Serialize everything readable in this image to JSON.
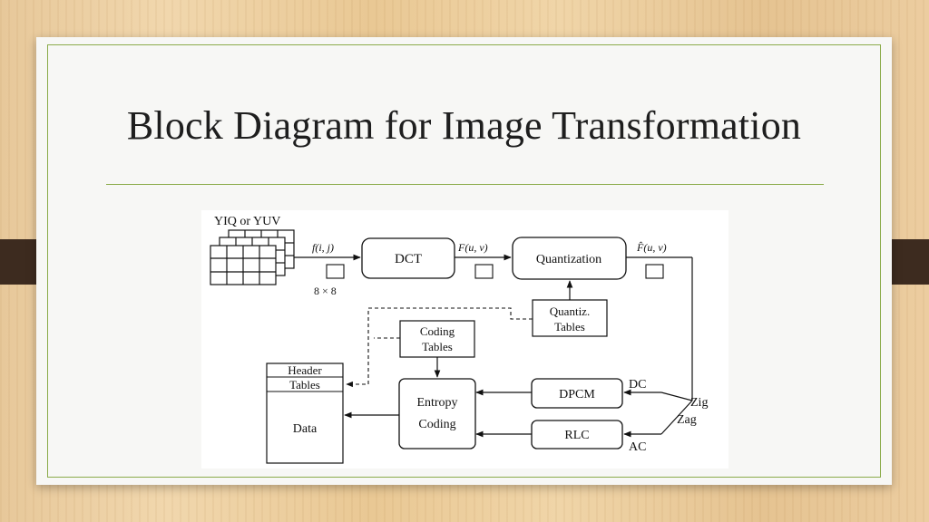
{
  "slide": {
    "title": "Block Diagram for Image Transformation"
  },
  "diagram": {
    "input_label": "YIQ or YUV",
    "block_size_label": "8 × 8",
    "signal_f": "f(i, j)",
    "signal_F": "F(u, v)",
    "signal_Fhat": "F̂(u, v)",
    "dct_label": "DCT",
    "quantization_label": "Quantization",
    "quantiz_tables_line1": "Quantiz.",
    "quantiz_tables_line2": "Tables",
    "coding_tables_line1": "Coding",
    "coding_tables_line2": "Tables",
    "entropy_line1": "Entropy",
    "entropy_line2": "Coding",
    "dpcm_label": "DPCM",
    "rlc_label": "RLC",
    "dc_label": "DC",
    "ac_label": "AC",
    "zig_label": "Zig",
    "zag_label": "Zag",
    "header_label": "Header",
    "tables_label": "Tables",
    "data_label": "Data"
  }
}
